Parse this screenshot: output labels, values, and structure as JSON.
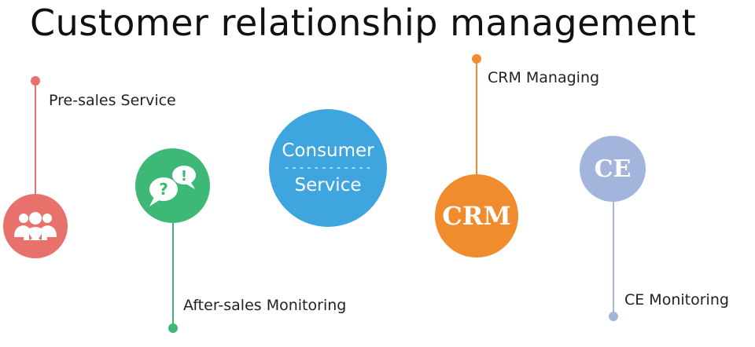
{
  "title": "Customer relationship management",
  "colors": {
    "red": "#E8726B",
    "green": "#3DB876",
    "blue": "#3EA5DF",
    "orange": "#F08C2E",
    "lavender": "#A3B4DD"
  },
  "nodes": {
    "presales": {
      "label": "Pre-sales Service",
      "icon": "people-group-icon"
    },
    "aftersales": {
      "label": "After-sales Monitoring",
      "icon": "speech-bubbles-icon"
    },
    "center": {
      "line1": "Consumer",
      "divider": "------------",
      "line2": "Service"
    },
    "crm": {
      "label": "CRM Managing",
      "badge": "CRM"
    },
    "ce": {
      "label": "CE Monitoring",
      "badge": "CE"
    }
  }
}
